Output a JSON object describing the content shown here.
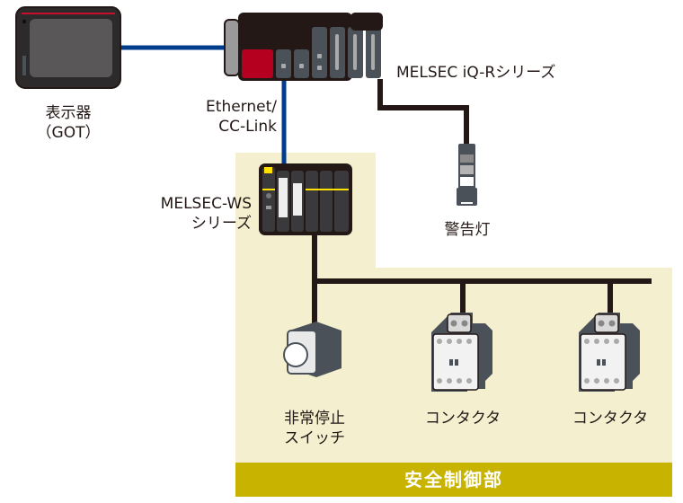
{
  "diagram": {
    "title": "安全制御部",
    "colors": {
      "zone_bg": "#f3efcf",
      "zone_title_bg": "#c8b400",
      "network_line": "#003c8c",
      "wire": "#231815",
      "device_dark": "#2d2a2b",
      "device_gray": "#4b5159",
      "accent_red": "#b5001f",
      "accent_yellow": "#ffe000"
    },
    "nodes": {
      "got": {
        "label_line1": "表示器",
        "label_line2": "（GOT）"
      },
      "plc": {
        "label": "MELSEC iQ-Rシリーズ"
      },
      "network": {
        "label_line1": "Ethernet/",
        "label_line2": "CC-Link"
      },
      "ws": {
        "label_line1": "MELSEC-WS",
        "label_line2": "シリーズ"
      },
      "warning_light": {
        "label": "警告灯"
      },
      "estop": {
        "label_line1": "非常停止",
        "label_line2": "スイッチ"
      },
      "contactor1": {
        "label": "コンタクタ"
      },
      "contactor2": {
        "label": "コンタクタ"
      }
    },
    "connections": [
      {
        "from": "got",
        "to": "plc",
        "type": "network"
      },
      {
        "from": "plc",
        "to": "ws",
        "type": "network"
      },
      {
        "from": "plc",
        "to": "warning_light",
        "type": "wire"
      },
      {
        "from": "ws",
        "to": "estop",
        "type": "wire"
      },
      {
        "from": "ws",
        "to": "contactor1",
        "type": "wire"
      },
      {
        "from": "ws",
        "to": "contactor2",
        "type": "wire"
      }
    ]
  }
}
